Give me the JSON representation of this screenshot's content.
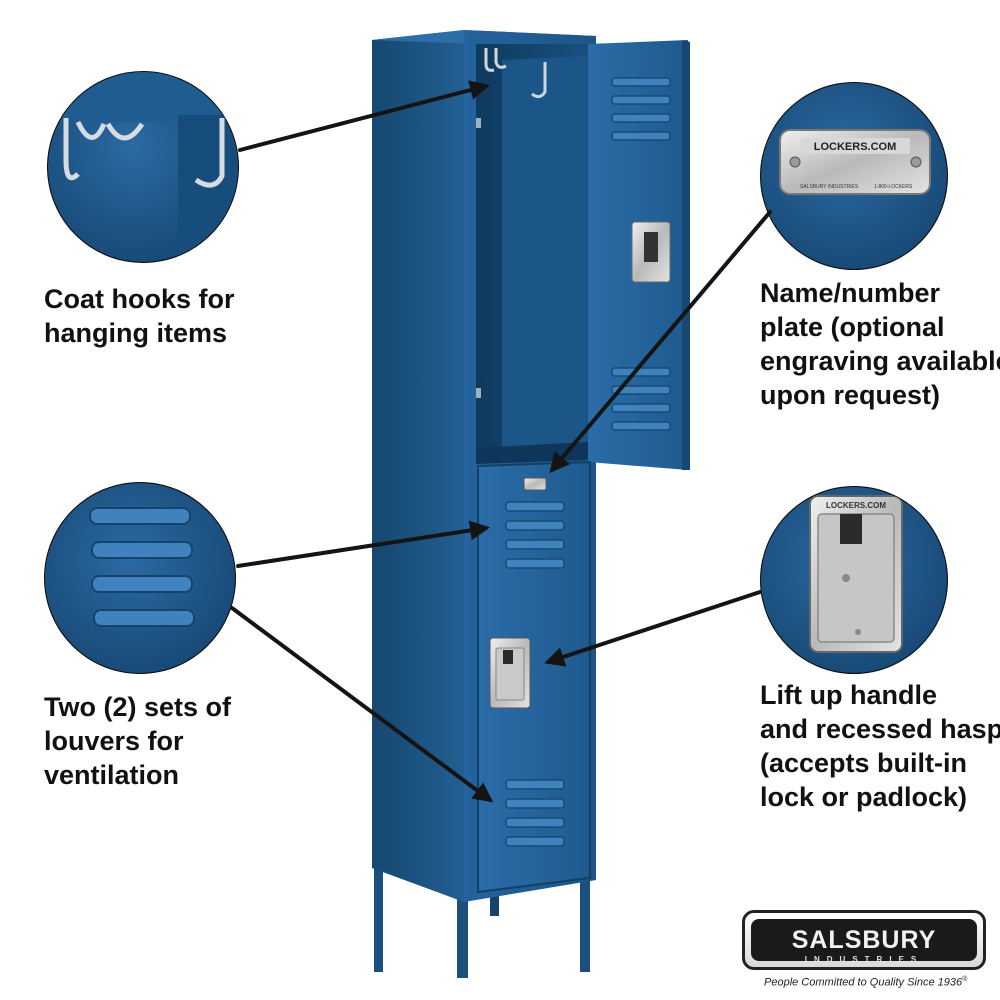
{
  "colors": {
    "locker_blue": "#1f5f94",
    "locker_dark": "#123f66",
    "locker_light": "#3a7fb6",
    "caption_text": "#111111",
    "arrow": "#141414"
  },
  "callouts": {
    "hooks": {
      "lines": [
        "Coat hooks for",
        "hanging items"
      ]
    },
    "plate": {
      "lines": [
        "Name/number",
        "plate (optional",
        "engraving available",
        "upon request)"
      ],
      "plate_brand": "LOCKERS.COM",
      "plate_small_left": "SALSBURY INDUSTRIES",
      "plate_small_right": "1-800-LOCKERS"
    },
    "louvers": {
      "lines": [
        "Two (2) sets of",
        "louvers for",
        "ventilation"
      ]
    },
    "handle": {
      "lines": [
        "Lift up handle",
        "and recessed hasp",
        "(accepts built-in",
        "lock or padlock)"
      ],
      "hasp_brand": "LOCKERS.COM"
    }
  },
  "logo": {
    "name": "SALSBURY",
    "sub": "INDUSTRIES",
    "tagline": "People Committed to Quality Since 1936",
    "mark": "®"
  }
}
